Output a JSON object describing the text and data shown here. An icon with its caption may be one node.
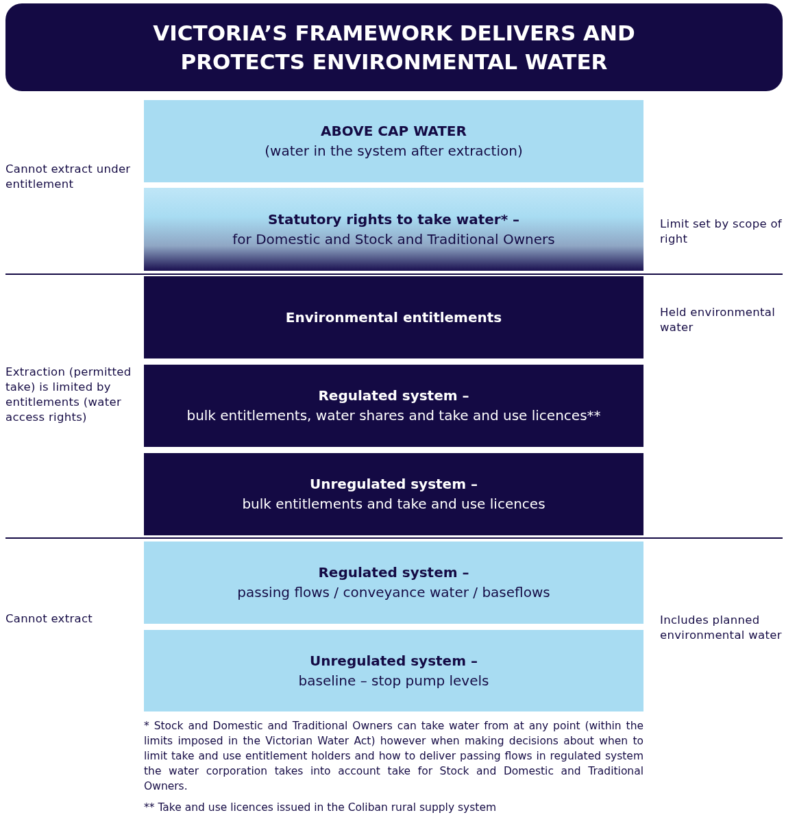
{
  "diagram": {
    "title": "VICTORIA’S FRAMEWORK DELIVERS AND PROTECTS ENVIRONMENTAL WATER",
    "nodes": [
      {
        "text": [
          "ABOVE CAP WATER",
          "(water in the system after extraction)"
        ]
      },
      {
        "text": [
          "Statutory rights to take water* –",
          "for Domestic and Stock and Traditional Owners"
        ]
      },
      {
        "text": [
          "Environmental entitlements"
        ]
      },
      {
        "text": [
          "Regulated system –",
          "bulk entitlements, water shares and take and use licences**"
        ]
      },
      {
        "text": [
          "Unregulated system –",
          "bulk entitlements and take and use licences"
        ]
      },
      {
        "text": [
          "Regulated system –",
          "passing flows / conveyance water / baseflows"
        ]
      },
      {
        "text": [
          "Unregulated system –",
          "baseline – stop pump levels"
        ]
      }
    ],
    "labels": [
      "Cannot extract under entitlement",
      "Limit set by scope of right",
      "Held environmental water",
      "Extraction (permitted take) is limited by entitlements (water access rights)",
      "Cannot extract",
      "Includes planned environmental water",
      "* Stock and Domestic and Traditional Owners can take water from at any point (within the limits imposed in the Victorian Water Act) however when making decisions about when to limit take and use entitlement holders and how to deliver passing flows in regulated system the water corporation takes into account take for Stock and Domestic and Traditional Owners.",
      "** Take and use licences issued in the Coliban rural supply system"
    ]
  }
}
